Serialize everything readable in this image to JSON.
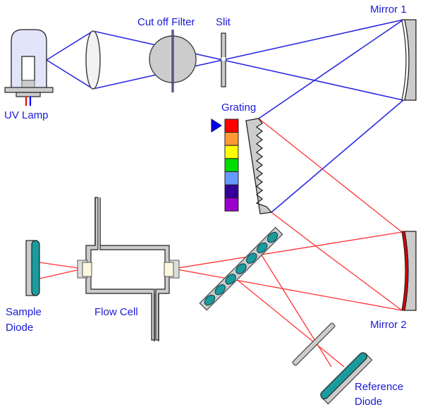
{
  "title": "UV detector optical path diagram",
  "labels": {
    "uv_lamp": "UV Lamp",
    "cut_off_filter": "Cut off Filter",
    "slit": "Slit",
    "mirror1": "Mirror 1",
    "grating": "Grating",
    "mirror2": "Mirror 2",
    "sample_diode_line1": "Sample",
    "sample_diode_line2": "Diode",
    "flow_cell": "Flow Cell",
    "reference_diode_line1": "Reference",
    "reference_diode_line2": "Diode"
  },
  "colors": {
    "light_uv_ray": "#2a2ae0",
    "monochromatic_ray": "#ff3333",
    "label_text": "#1a1ad6",
    "diode": "#1a9c9c",
    "component_gray": "#cccccc",
    "lamp_glass": "#e2e4fa",
    "mirror2_coating": "#dd0000"
  },
  "spectrum_colors": [
    "#ff0000",
    "#ff9933",
    "#ffff00",
    "#00dd00",
    "#6699ff",
    "#330099",
    "#9900cc"
  ],
  "selector_icon": "triangle-pointer-icon"
}
